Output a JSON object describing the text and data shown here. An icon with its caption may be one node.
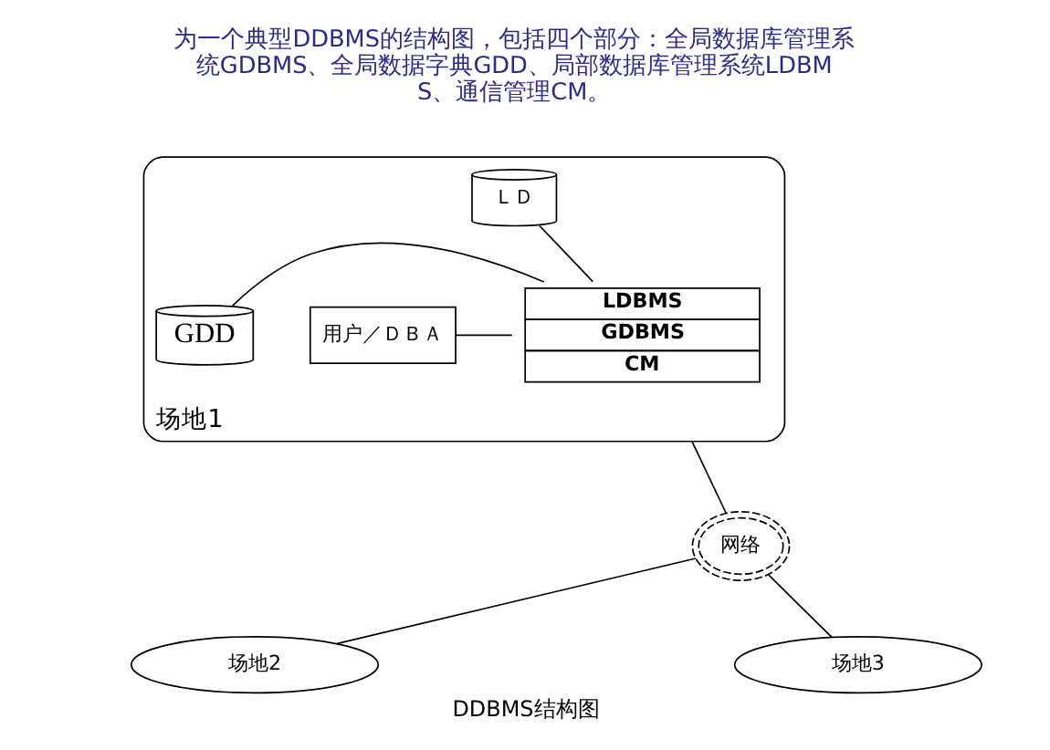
{
  "diagram": {
    "caption": "DDBMS结构图",
    "nodes": [
      {
        "text": [
          "场地1"
        ]
      },
      {
        "text": [
          "用户／ＤＢＡ"
        ],
        "in": 0
      },
      {
        "text": [
          "ＬＤ"
        ],
        "in": 0
      },
      {
        "text": [
          "LDBMS",
          "GDBMS",
          "CM"
        ],
        "in": 0
      },
      {
        "text": [
          "GDD"
        ],
        "in": 0
      },
      {
        "text": [
          "网络"
        ]
      },
      {
        "text": [
          "场地2"
        ]
      },
      {
        "text": [
          "场地3"
        ]
      }
    ],
    "edges": [
      {
        "from": 1,
        "to": 3,
        "arrow": "none"
      },
      {
        "from": 2,
        "to": 3,
        "arrow": "none"
      },
      {
        "from": 3,
        "to": 4,
        "arrow": "none"
      },
      {
        "from": 0,
        "to": 5,
        "arrow": "none"
      },
      {
        "from": 5,
        "to": 6,
        "arrow": "none"
      },
      {
        "from": 5,
        "to": 7,
        "arrow": "none"
      }
    ],
    "labels": [
      "为一个典型DDBMS的结构图，包括四个部分：全局数据库管理系统GDBMS、全局数据字典GDD、局部数据库管理系统LDBMS、通信管理CM。"
    ]
  }
}
